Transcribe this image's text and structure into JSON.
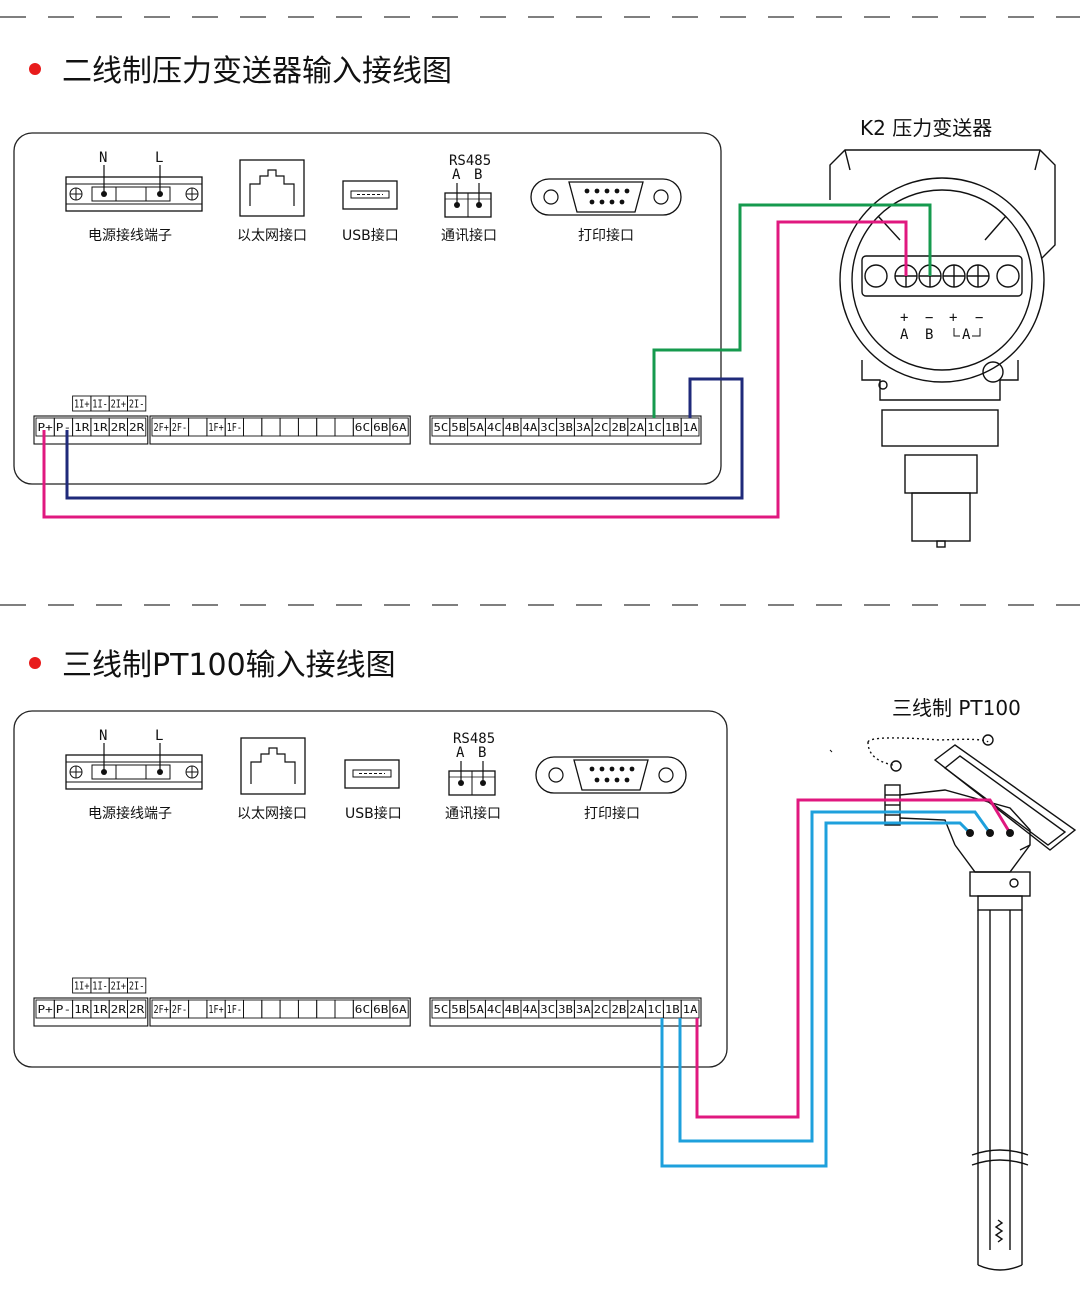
{
  "sections": [
    {
      "title": "二线制压力变送器输入接线图",
      "device_title": "K2 压力变送器",
      "connectors": {
        "power": {
          "label": "电源接线端子",
          "n": "N",
          "l": "L"
        },
        "ethernet": {
          "label": "以太网接口"
        },
        "usb": {
          "label": "USB接口"
        },
        "rs485": {
          "label": "通讯接口",
          "title": "RS485",
          "a": "A",
          "b": "B"
        },
        "print": {
          "label": "打印接口"
        }
      },
      "transmitter_terminals": {
        "plus": "+",
        "minus": "−",
        "a": "A",
        "b": "B",
        "plus2": "+",
        "minus2": "−",
        "loop": "A"
      }
    },
    {
      "title": "三线制PT100输入接线图",
      "device_title": "三线制 PT100",
      "connectors": {
        "power": {
          "label": "电源接线端子",
          "n": "N",
          "l": "L"
        },
        "ethernet": {
          "label": "以太网接口"
        },
        "usb": {
          "label": "USB接口"
        },
        "rs485": {
          "label": "通讯接口",
          "title": "RS485",
          "a": "A",
          "b": "B"
        },
        "print": {
          "label": "打印接口"
        }
      }
    }
  ],
  "terminal_strip": {
    "group1_top": [
      "1I+",
      "1I-",
      "2I+",
      "2I-"
    ],
    "group1": [
      "P+",
      "P-",
      "1R",
      "1R",
      "2R",
      "2R"
    ],
    "group2": [
      "2F+",
      "2F-",
      "",
      "1F+",
      "1F-",
      "",
      "",
      "",
      "",
      "",
      "",
      "6C",
      "6B",
      "6A"
    ],
    "group3": [
      "5C",
      "5B",
      "5A",
      "4C",
      "4B",
      "4A",
      "3C",
      "3B",
      "3A",
      "2C",
      "2B",
      "2A",
      "1C",
      "1B",
      "1A"
    ]
  },
  "colors": {
    "green": "#159a4e",
    "magenta": "#e0187f",
    "navy": "#1f2a7a",
    "blue": "#1ea0dc",
    "bullet": "#e81c1c",
    "dash": "#555555"
  }
}
